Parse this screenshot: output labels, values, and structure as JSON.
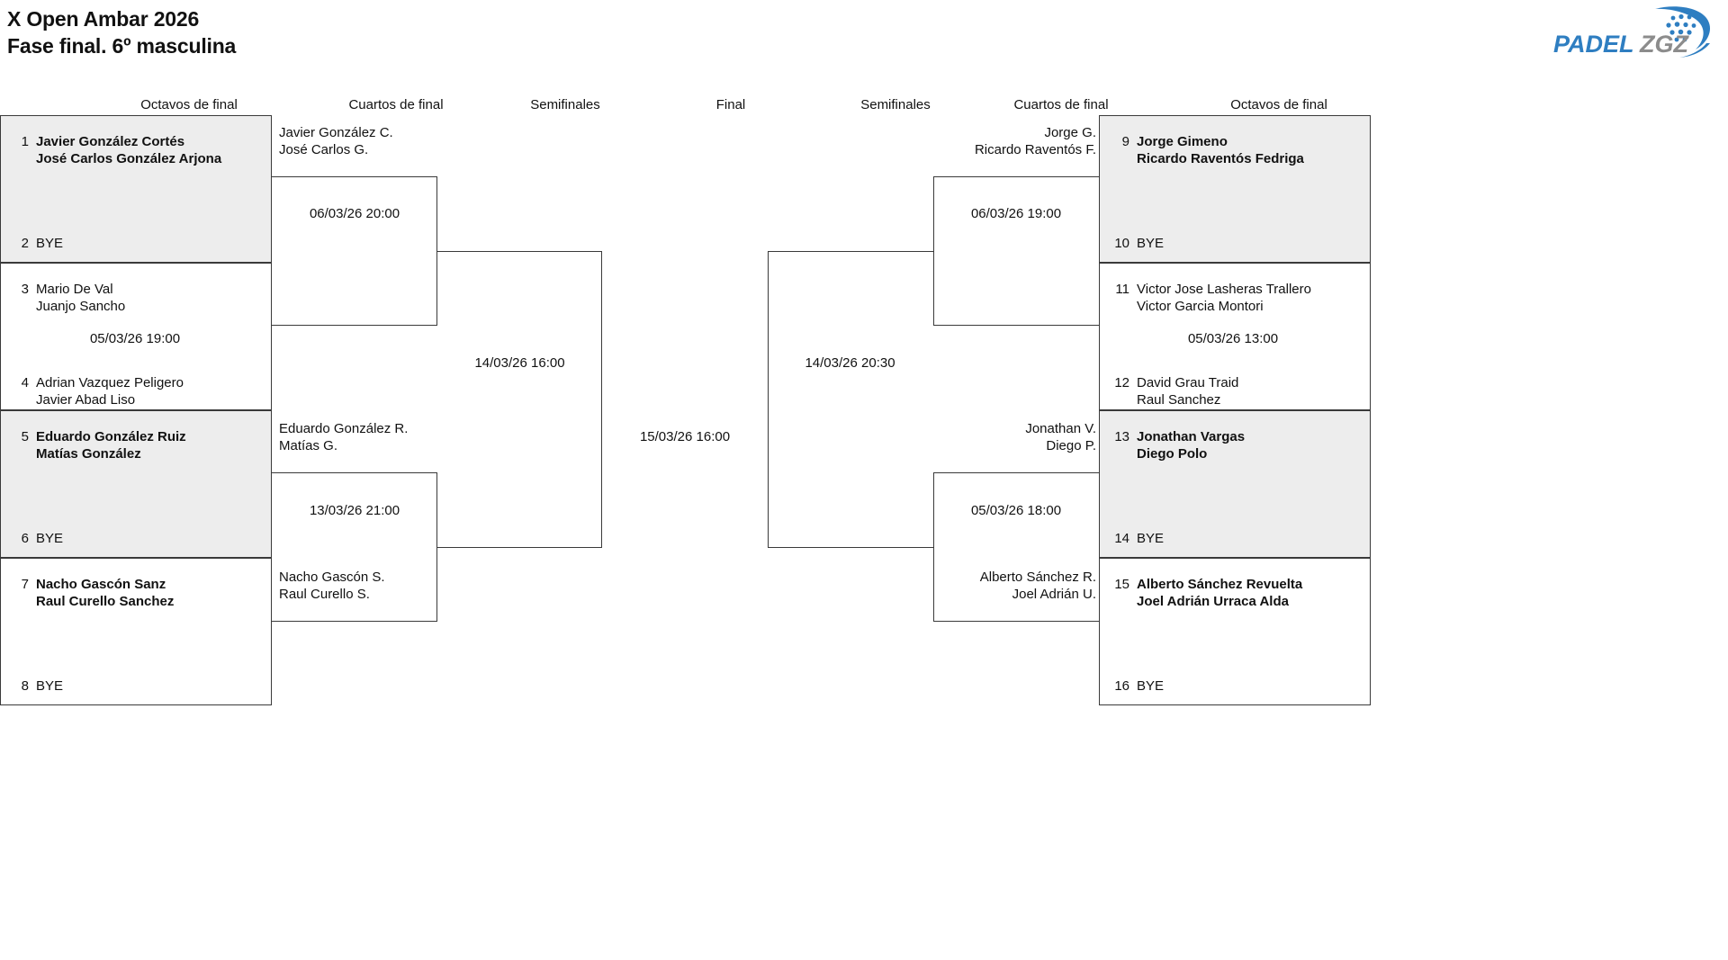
{
  "header": {
    "title_line1": "X Open Ambar 2026",
    "title_line2": "Fase final. 6º masculina",
    "logo": {
      "name": "padelzgz-logo",
      "text_primary": "PADEL",
      "text_secondary": "ZGZ",
      "color_primary": "#2e7ec1",
      "color_secondary": "#8c8c8c"
    }
  },
  "round_headers": {
    "left_octavos": "Octavos de final",
    "left_cuartos": "Cuartos de final",
    "left_semis": "Semifinales",
    "final": "Final",
    "right_semis": "Semifinales",
    "right_cuartos": "Cuartos de final",
    "right_octavos": "Octavos de final"
  },
  "colors": {
    "shaded_row": "#ededed",
    "border": "#3a3a3a",
    "text": "#111111"
  },
  "left": {
    "octavos": [
      {
        "shaded": true,
        "winner_top": true,
        "top": {
          "seed": "1",
          "line1": "Javier González Cortés",
          "line2": "José Carlos González Arjona",
          "bold": true
        },
        "bottom": {
          "seed": "2",
          "line1": "BYE",
          "line2": "",
          "bold": false
        },
        "time": ""
      },
      {
        "shaded": false,
        "winner_top": false,
        "top": {
          "seed": "3",
          "line1": "Mario De Val",
          "line2": "Juanjo Sancho",
          "bold": false
        },
        "bottom": {
          "seed": "4",
          "line1": "Adrian Vazquez Peligero",
          "line2": "Javier Abad Liso",
          "bold": false
        },
        "time": "05/03/26 19:00"
      },
      {
        "shaded": true,
        "winner_top": true,
        "top": {
          "seed": "5",
          "line1": "Eduardo González Ruiz",
          "line2": "Matías González",
          "bold": true
        },
        "bottom": {
          "seed": "6",
          "line1": "BYE",
          "line2": "",
          "bold": false
        },
        "time": ""
      },
      {
        "shaded": false,
        "winner_top": true,
        "top": {
          "seed": "7",
          "line1": "Nacho Gascón Sanz",
          "line2": "Raul Curello Sanchez",
          "bold": true
        },
        "bottom": {
          "seed": "8",
          "line1": "BYE",
          "line2": "",
          "bold": false
        },
        "time": ""
      }
    ],
    "cuartos": [
      {
        "line1": "Javier González C.",
        "line2": "José Carlos G.",
        "time": "06/03/26 20:00"
      },
      {
        "line1": "Eduardo González R.",
        "line2": "Matías G.",
        "time": "13/03/26 21:00"
      }
    ],
    "cuartos_lower_name": {
      "line1": "Nacho Gascón S.",
      "line2": "Raul Curello S."
    },
    "semis": {
      "time": "14/03/26 16:00"
    }
  },
  "final": {
    "time": "15/03/26 16:00"
  },
  "right": {
    "semis": {
      "time": "14/03/26 20:30"
    },
    "cuartos": [
      {
        "line1": "Jorge G.",
        "line2": "Ricardo Raventós F.",
        "time": "06/03/26 19:00"
      },
      {
        "line1": "Jonathan V.",
        "line2": "Diego P.",
        "time": "05/03/26 18:00"
      }
    ],
    "cuartos_lower_name": {
      "line1": "Alberto Sánchez R.",
      "line2": "Joel Adrián U."
    },
    "octavos": [
      {
        "shaded": true,
        "top": {
          "seed": "9",
          "line1": "Jorge Gimeno",
          "line2": "Ricardo Raventós Fedriga",
          "bold": true
        },
        "bottom": {
          "seed": "10",
          "line1": "BYE",
          "line2": "",
          "bold": false
        },
        "time": ""
      },
      {
        "shaded": false,
        "top": {
          "seed": "11",
          "line1": "Victor Jose Lasheras Trallero",
          "line2": "Victor Garcia Montori",
          "bold": false
        },
        "bottom": {
          "seed": "12",
          "line1": "David Grau Traid",
          "line2": "Raul Sanchez",
          "bold": false
        },
        "time": "05/03/26 13:00"
      },
      {
        "shaded": true,
        "top": {
          "seed": "13",
          "line1": "Jonathan Vargas",
          "line2": "Diego Polo",
          "bold": true
        },
        "bottom": {
          "seed": "14",
          "line1": "BYE",
          "line2": "",
          "bold": false
        },
        "time": ""
      },
      {
        "shaded": false,
        "top": {
          "seed": "15",
          "line1": "Alberto Sánchez Revuelta",
          "line2": "Joel Adrián Urraca Alda",
          "bold": true
        },
        "bottom": {
          "seed": "16",
          "line1": "BYE",
          "line2": "",
          "bold": false
        },
        "time": ""
      }
    ]
  }
}
